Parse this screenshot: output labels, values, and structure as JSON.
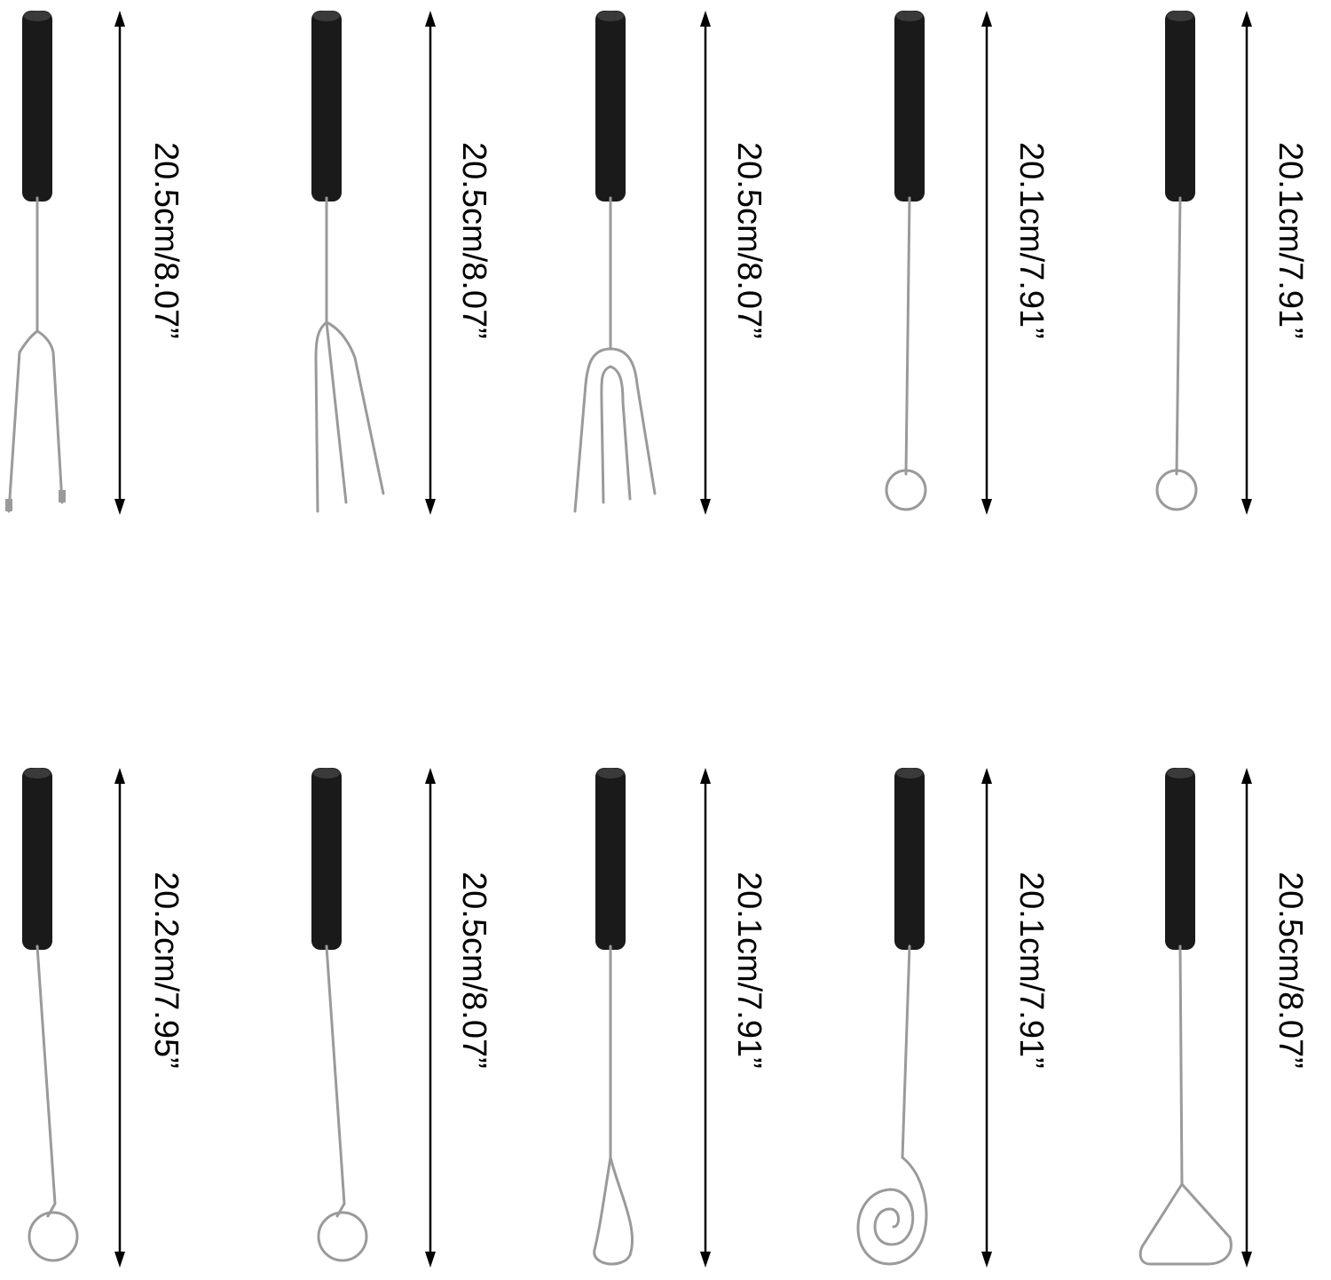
{
  "colors": {
    "background": "#ffffff",
    "handle": "#1a1a1a",
    "wire": "#9a9a9a",
    "arrow": "#000000"
  },
  "rows": [
    {
      "tools": [
        {
          "tip": "two-prong-fork",
          "length_label": "20.5cm/8.07”"
        },
        {
          "tip": "three-prong-fork",
          "length_label": "20.5cm/8.07”"
        },
        {
          "tip": "four-prong-fork",
          "length_label": "20.5cm/8.07”"
        },
        {
          "tip": "small-loop",
          "length_label": "20.1cm/7.91”"
        },
        {
          "tip": "small-loop",
          "length_label": "20.1cm/7.91”"
        }
      ]
    },
    {
      "tools": [
        {
          "tip": "round-loop",
          "length_label": "20.2cm/7.95”"
        },
        {
          "tip": "round-loop",
          "length_label": "20.5cm/8.07”"
        },
        {
          "tip": "teardrop-loop",
          "length_label": "20.1cm/7.91”"
        },
        {
          "tip": "spiral-loop",
          "length_label": "20.1cm/7.91”"
        },
        {
          "tip": "triangle-loop",
          "length_label": "20.5cm/8.07”"
        }
      ]
    }
  ]
}
